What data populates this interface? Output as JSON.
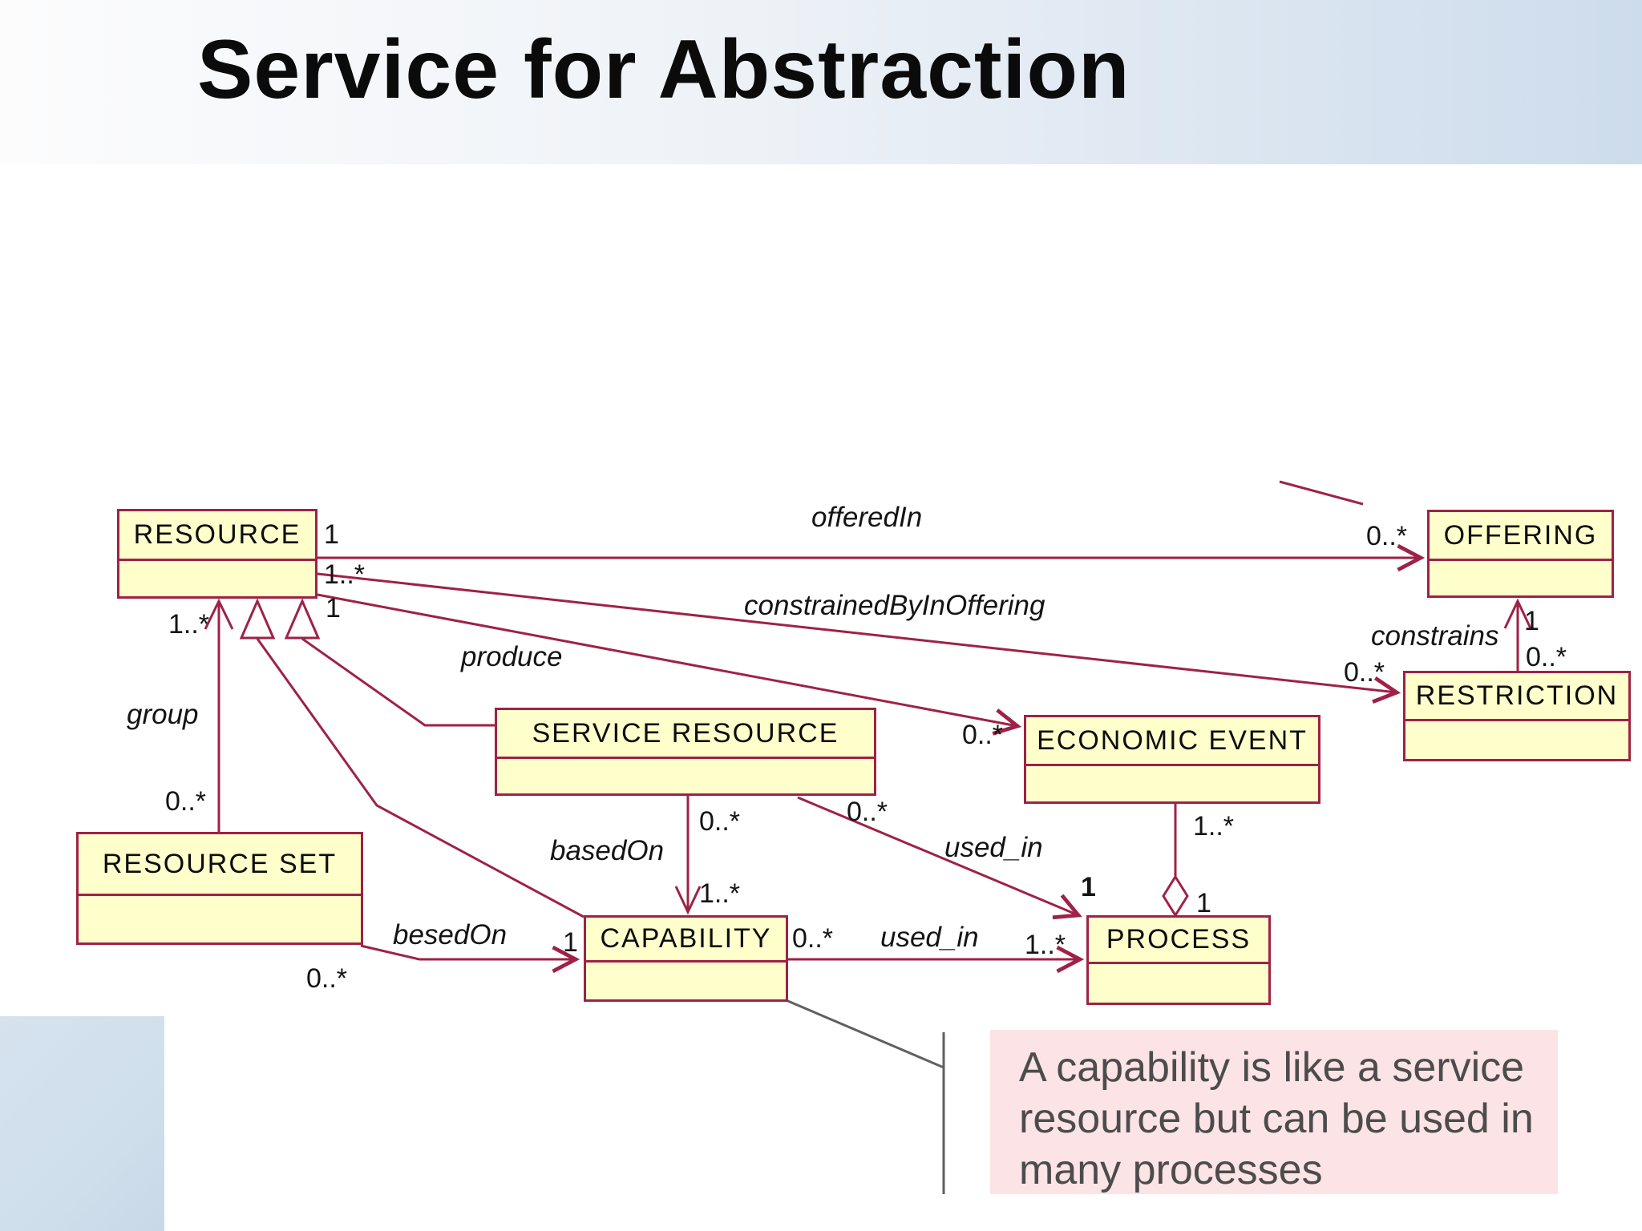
{
  "slide": {
    "title": "Service for Abstraction"
  },
  "classes": [
    {
      "id": "resource",
      "label": "RESOURCE"
    },
    {
      "id": "offering",
      "label": "OFFERING"
    },
    {
      "id": "restriction",
      "label": "RESTRICTION"
    },
    {
      "id": "service-resource",
      "label": "SERVICE RESOURCE"
    },
    {
      "id": "economic-event",
      "label": "ECONOMIC EVENT"
    },
    {
      "id": "resource-set",
      "label": "RESOURCE SET"
    },
    {
      "id": "capability",
      "label": "CAPABILITY"
    },
    {
      "id": "process",
      "label": "PROCESS"
    }
  ],
  "associations": [
    {
      "name": "offeredIn",
      "label": "offeredIn",
      "from": "RESOURCE",
      "to": "OFFERING",
      "from_mult": "1",
      "to_mult": "0..*"
    },
    {
      "name": "constrainedByInOffering",
      "label": "constrainedByInOffering",
      "from": "RESOURCE",
      "to": "RESTRICTION",
      "from_mult": "1..*",
      "to_mult": "0..*"
    },
    {
      "name": "produce",
      "label": "produce",
      "from": "RESOURCE",
      "to": "ECONOMIC EVENT",
      "from_mult": "1",
      "to_mult": "0..*"
    },
    {
      "name": "group",
      "label": "group",
      "from": "RESOURCE SET",
      "to": "RESOURCE",
      "from_mult": "0..*",
      "to_mult": "1..*"
    },
    {
      "name": "besedOn",
      "label": "besedOn",
      "from": "RESOURCE SET",
      "to": "CAPABILITY",
      "from_mult": "0..*",
      "to_mult": "1"
    },
    {
      "name": "basedOn",
      "label": "basedOn",
      "from": "SERVICE RESOURCE",
      "to": "CAPABILITY",
      "from_mult": "0..*",
      "to_mult": "1..*"
    },
    {
      "name": "used_in_service_resource",
      "label": "used_in",
      "from": "SERVICE RESOURCE",
      "to": "PROCESS",
      "from_mult": "0..*",
      "to_mult": "1"
    },
    {
      "name": "used_in_capability",
      "label": "used_in",
      "from": "CAPABILITY",
      "to": "PROCESS",
      "from_mult": "0..*",
      "to_mult": "1..*"
    },
    {
      "name": "constrains",
      "label": "constrains",
      "from": "RESTRICTION",
      "to": "OFFERING",
      "from_mult": "0..*",
      "to_mult": "1"
    },
    {
      "name": "generalization_service_resource",
      "label": "",
      "from": "SERVICE RESOURCE",
      "to": "RESOURCE",
      "from_mult": "",
      "to_mult": ""
    },
    {
      "name": "generalization_capability",
      "label": "",
      "from": "CAPABILITY",
      "to": "RESOURCE",
      "from_mult": "",
      "to_mult": ""
    },
    {
      "name": "aggregation_process_economic_event",
      "label": "",
      "from": "ECONOMIC EVENT",
      "to": "PROCESS",
      "from_mult": "1..*",
      "to_mult": "1"
    }
  ],
  "note": {
    "lines": [
      "A  capability is like a service",
      "resource but can be used in",
      "many processes"
    ]
  },
  "colors": {
    "line": "#9e2247",
    "class_fill": "#ffffcc",
    "note_fill": "#fce3e5",
    "note_text": "#4c4c4c",
    "header_blue": "#cddcec",
    "pointer_gray": "#606060"
  }
}
